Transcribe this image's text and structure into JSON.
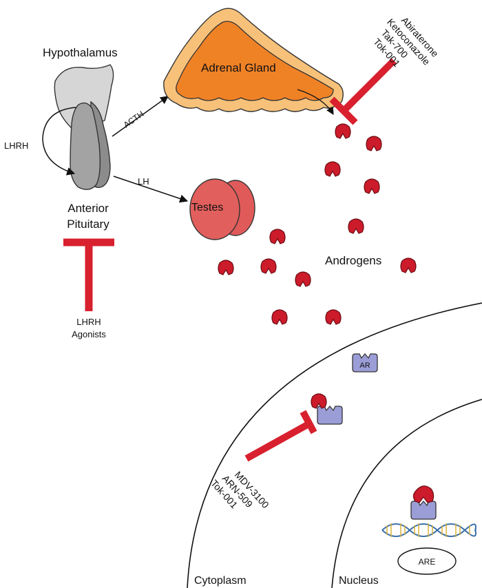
{
  "labels": {
    "hypothalamus": "Hypothalamus",
    "lhrh": "LHRH",
    "anterior_pituitary_line1": "Anterior",
    "anterior_pituitary_line2": "Pituitary",
    "acth": "ACTH",
    "lh": "LH",
    "adrenal_gland": "Adrenal Gland",
    "testes": "Testes",
    "androgens": "Androgens",
    "lhrh_agonists_line1": "LHRH",
    "lhrh_agonists_line2": "Agonists",
    "ar": "AR",
    "are": "ARE",
    "cytoplasm": "Cytoplasm",
    "nucleus": "Nucleus"
  },
  "inhibitors": {
    "adrenal": [
      "Abiraterone",
      "Ketoconazole",
      "Tak-700",
      "Tok-001"
    ],
    "receptor": [
      "MDV-3100",
      "ARN-509",
      "Tok-001"
    ]
  },
  "colors": {
    "inhibitor_red": "#d8202e",
    "androgen_red": "#cc1b2a",
    "adrenal_outer": "#f7c17a",
    "adrenal_inner": "#f08226",
    "testes": "#e05a5a",
    "receptor": "#9b9dd6",
    "pituitary_dark": "#9e9e9e",
    "hypothalamus_light": "#d6d6d6"
  }
}
